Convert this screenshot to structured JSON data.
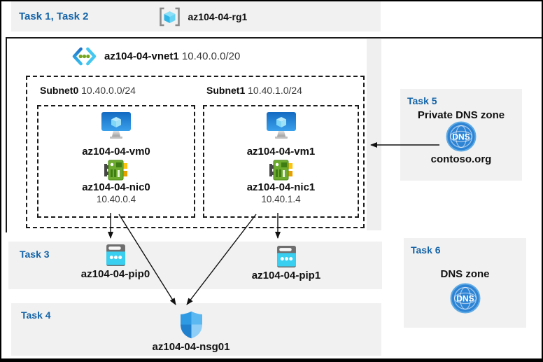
{
  "header": {
    "tasks_label": "Task 1, Task 2",
    "rg_name": "az104-04-rg1"
  },
  "vnet": {
    "name": "az104-04-vnet1",
    "cidr": "10.40.0.0/20"
  },
  "subnets": [
    {
      "name": "Subnet0",
      "cidr": "10.40.0.0/24",
      "vm": "az104-04-vm0",
      "nic": "az104-04-nic0",
      "ip": "10.40.0.4"
    },
    {
      "name": "Subnet1",
      "cidr": "10.40.1.0/24",
      "vm": "az104-04-vm1",
      "nic": "az104-04-nic1",
      "ip": "10.40.1.4"
    }
  ],
  "task3": {
    "label": "Task 3",
    "pip0": "az104-04-pip0",
    "pip1": "az104-04-pip1"
  },
  "task4": {
    "label": "Task 4",
    "nsg": "az104-04-nsg01"
  },
  "task5": {
    "label": "Task 5",
    "title": "Private DNS zone",
    "zone": "contoso.org",
    "dns_icon_label": "DNS"
  },
  "task6": {
    "label": "Task 6",
    "title": "DNS zone",
    "dns_icon_label": "DNS"
  },
  "colors": {
    "task_label_blue": "#1564A8",
    "panel_gray": "#F1F1F1",
    "line_black": "#111111",
    "vm_blue": "#1E7FD4",
    "nic_green": "#6CAB2E",
    "pip_cyan": "#39CFF1",
    "dns_blue": "#2E84D4"
  }
}
